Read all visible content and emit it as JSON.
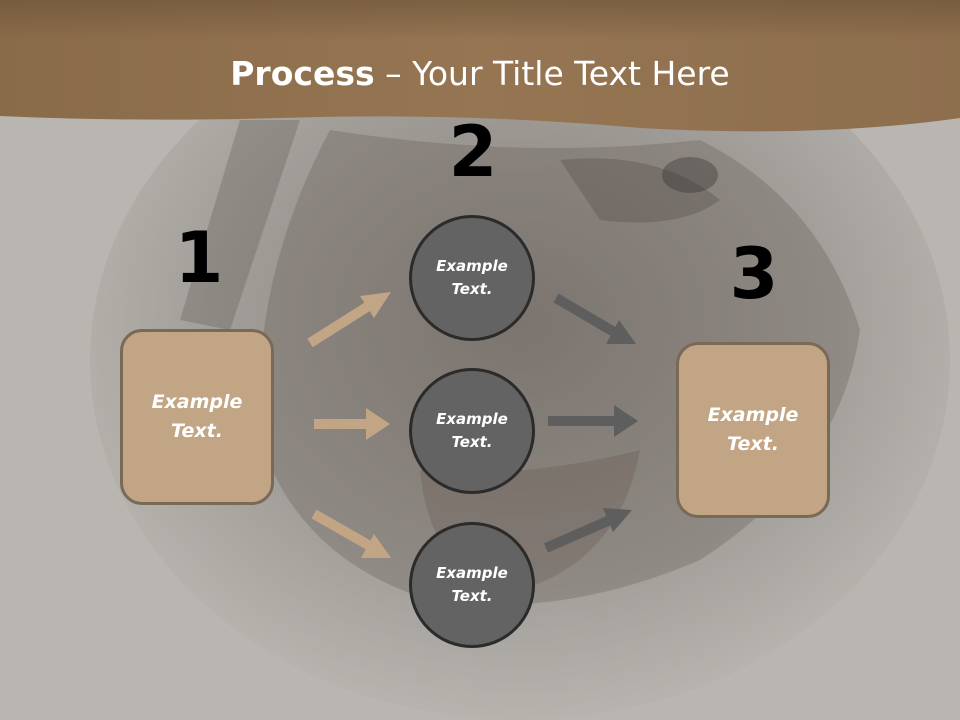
{
  "slide": {
    "title_bold": "Process",
    "title_rest": " – Your Title Text Here",
    "steps": {
      "one": {
        "number": "1",
        "text": "Example Text."
      },
      "two": {
        "number": "2",
        "circles": [
          "Example Text.",
          "Example Text.",
          "Example Text."
        ]
      },
      "three": {
        "number": "3",
        "text": "Example Text."
      }
    }
  },
  "colors": {
    "banner": "#8b6d4c",
    "box_fill": "#c2a584",
    "circle_fill": "#636363",
    "arrow_tan": "#c2a584",
    "arrow_gray": "#5e5e5e"
  }
}
